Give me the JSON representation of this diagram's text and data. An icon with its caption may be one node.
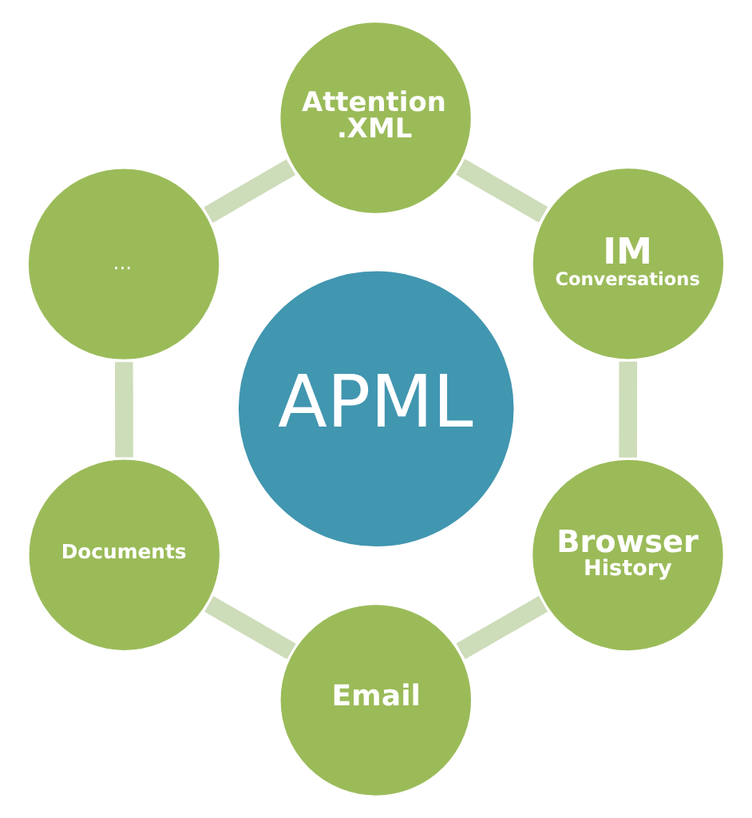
{
  "diagram": {
    "nodes": [
      {
        "text": [
          "Attention .XML"
        ]
      },
      {
        "text": [
          "..."
        ]
      },
      {
        "text": [
          "IM",
          "Conversations"
        ]
      },
      {
        "text": [
          "APML"
        ]
      },
      {
        "text": [
          "Documents"
        ]
      },
      {
        "text": [
          "Browser",
          "History"
        ]
      },
      {
        "text": [
          "Email"
        ]
      }
    ],
    "edges": [
      {
        "from": 0,
        "to": 2,
        "arrow": "none"
      },
      {
        "from": 2,
        "to": 5,
        "arrow": "none"
      },
      {
        "from": 5,
        "to": 6,
        "arrow": "none"
      },
      {
        "from": 6,
        "to": 4,
        "arrow": "none"
      },
      {
        "from": 4,
        "to": 1,
        "arrow": "none"
      },
      {
        "from": 1,
        "to": 0,
        "arrow": "none"
      }
    ]
  }
}
